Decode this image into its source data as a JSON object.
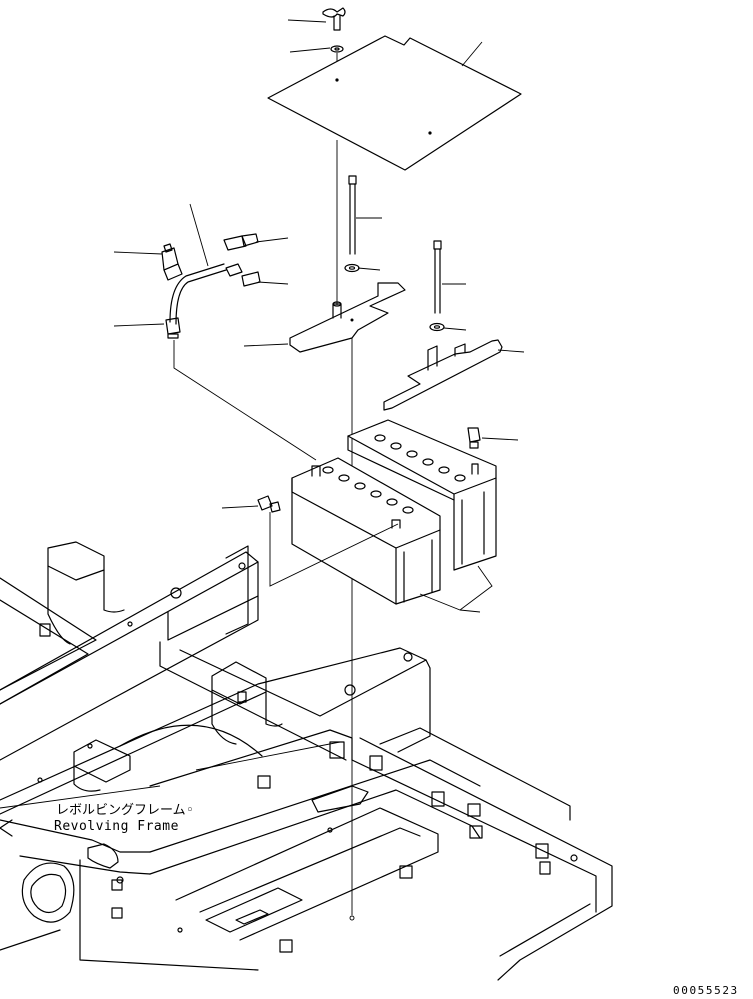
{
  "labels": {
    "frame_jp": "レボルビングフレーム",
    "frame_en": "Revolving Frame"
  },
  "document_number": "00055523",
  "colors": {
    "line": "#000000",
    "background": "#ffffff"
  }
}
